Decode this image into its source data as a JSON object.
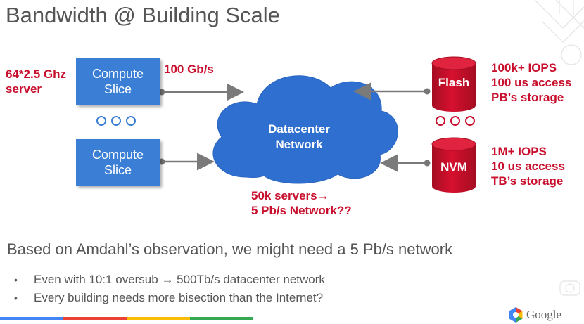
{
  "slide": {
    "title": "Bandwidth @ Building Scale",
    "server_spec": [
      "64*2.5 Ghz",
      "server"
    ],
    "compute_slices": [
      {
        "label_line1": "Compute",
        "label_line2": "Slice"
      },
      {
        "label_line1": "Compute",
        "label_line2": "Slice"
      }
    ],
    "link_speed": "100 Gb/s",
    "cloud": {
      "line1": "Datacenter",
      "line2": "Network"
    },
    "scale_note": [
      "50k servers→",
      "5 Pb/s Network??"
    ],
    "storage": [
      {
        "label": "Flash",
        "specs": [
          "100k+ IOPS",
          "100 us access",
          "PB’s storage"
        ]
      },
      {
        "label": "NVM",
        "specs": [
          "1M+ IOPS",
          "10 us access",
          "TB’s storage"
        ]
      }
    ],
    "headline": "Based on Amdahl’s observation, we might need a 5 Pb/s network",
    "bullets": [
      "Even with 10:1 oversub → 500Tb/s datacenter network",
      "Every building needs more bisection than the Internet?"
    ],
    "bullet_glyph": "•",
    "footer": {
      "brand": "Google"
    },
    "colors": {
      "compute": "#3a7fd5",
      "storage": "#c8102e",
      "cloud": "#2f6fd0",
      "text": "#555555"
    }
  }
}
